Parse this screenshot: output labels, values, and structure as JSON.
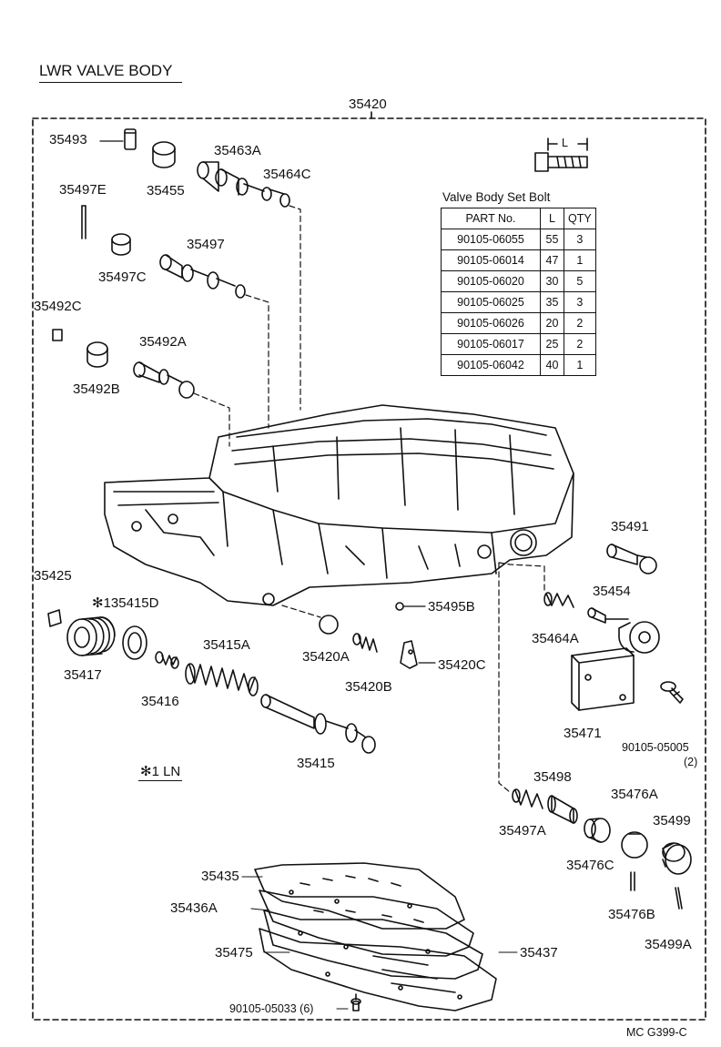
{
  "title": "LWR VALVE BODY",
  "assembly_label": "35420",
  "bolt_dimension_label": "L",
  "bolt_table": {
    "caption": "Valve Body Set Bolt",
    "headers": [
      "PART No.",
      "L",
      "QTY"
    ],
    "rows": [
      [
        "90105-06055",
        "55",
        "3"
      ],
      [
        "90105-06014",
        "47",
        "1"
      ],
      [
        "90105-06020",
        "30",
        "5"
      ],
      [
        "90105-06025",
        "35",
        "3"
      ],
      [
        "90105-06026",
        "20",
        "2"
      ],
      [
        "90105-06017",
        "25",
        "2"
      ],
      [
        "90105-06042",
        "40",
        "1"
      ]
    ]
  },
  "parts": {
    "p35493": "35493",
    "p35463A": "35463A",
    "p35464C": "35464C",
    "p35455": "35455",
    "p35497E": "35497E",
    "p35497": "35497",
    "p35497C": "35497C",
    "p35492C": "35492C",
    "p35492A": "35492A",
    "p35492B": "35492B",
    "p35491": "35491",
    "p35454": "35454",
    "p35464A": "35464A",
    "p35425": "35425",
    "p35415D": "✻135415D",
    "p35417": "35417",
    "p35416": "35416",
    "p35415A": "35415A",
    "p35415": "35415",
    "p35495B": "35495B",
    "p35420A": "35420A",
    "p35420B": "35420B",
    "p35420C": "35420C",
    "p35471": "35471",
    "p9010505005": "90105-05005",
    "p9010505005_qty": "(2)",
    "p35498": "35498",
    "p35497A": "35497A",
    "p35476A": "35476A",
    "p35476C": "35476C",
    "p35499": "35499",
    "p35476B": "35476B",
    "p35499A": "35499A",
    "p35435": "35435",
    "p35436A": "35436A",
    "p35475": "35475",
    "p35437": "35437",
    "p9010505033": "90105-05033 (6)"
  },
  "note_ln": "✻1  LN",
  "figure_code": "MC G399-C"
}
